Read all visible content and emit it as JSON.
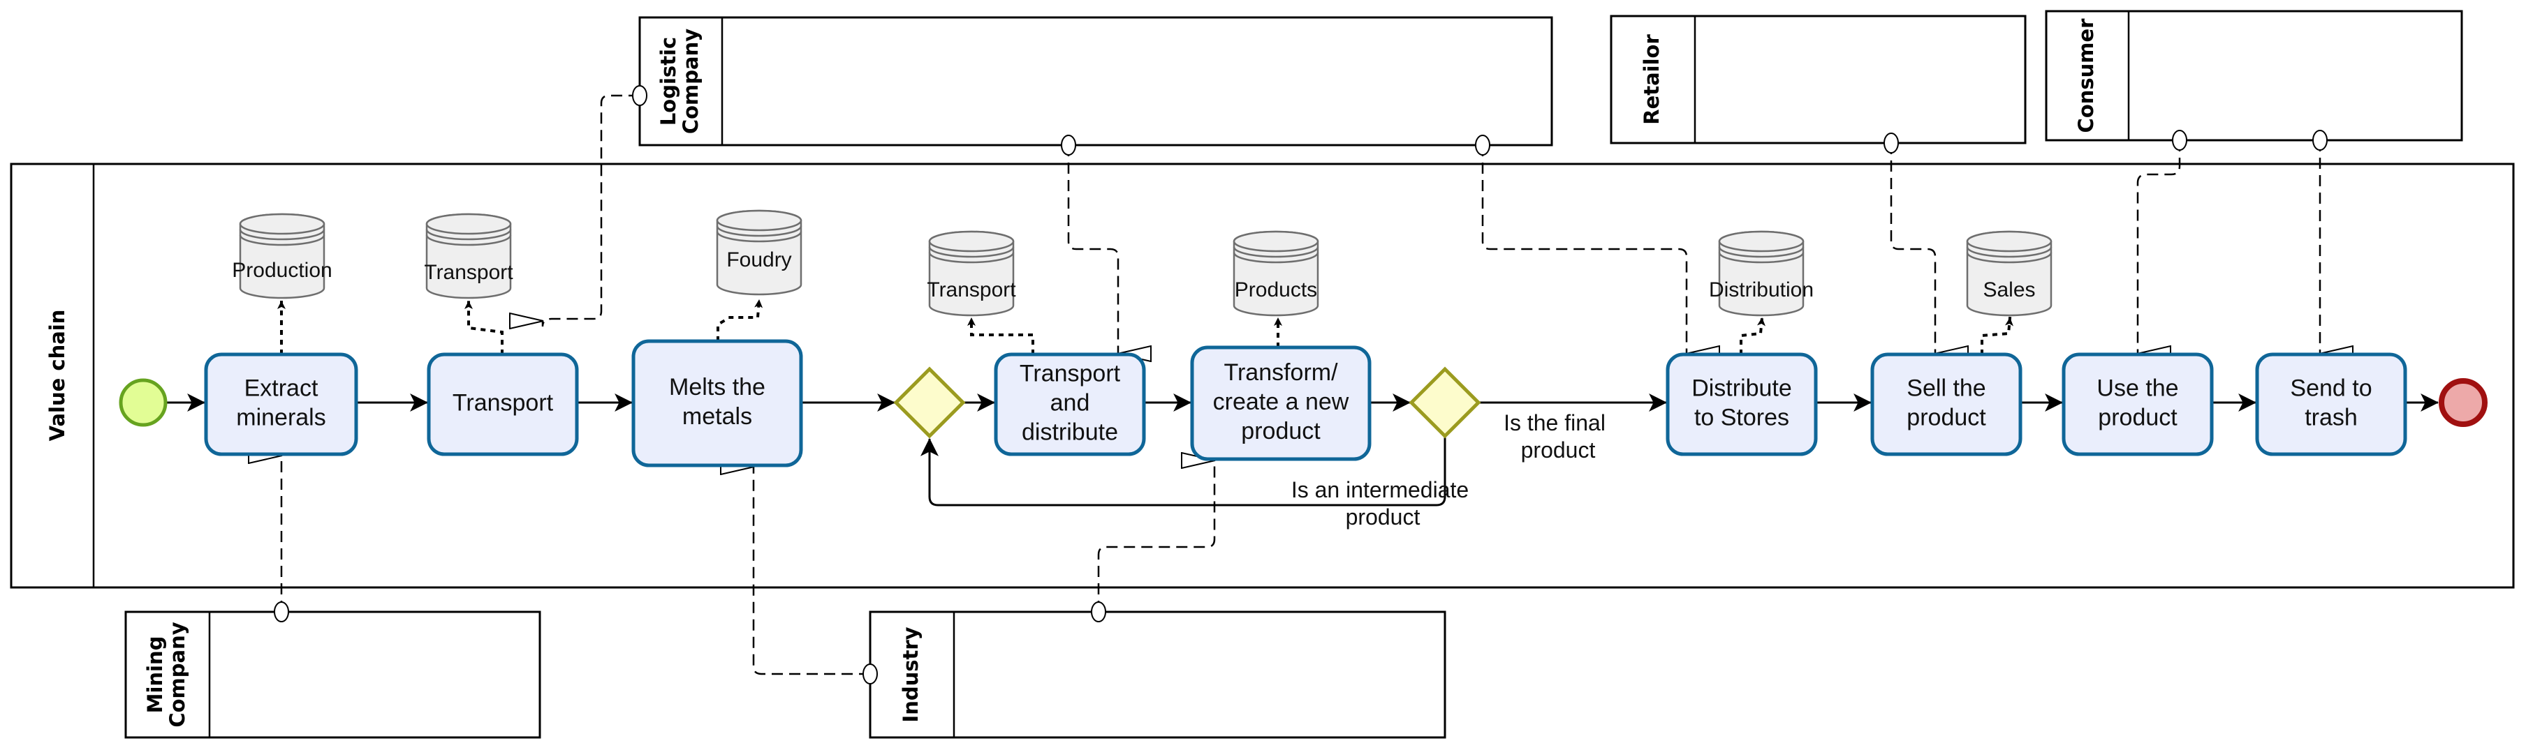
{
  "diagram": {
    "type": "BPMN collaboration",
    "main_pool": {
      "label": "Value chain"
    },
    "external_pools": [
      {
        "id": "logistic",
        "label_lines": [
          "Logistic",
          "Company"
        ]
      },
      {
        "id": "retailor",
        "label_lines": [
          "Retailor"
        ]
      },
      {
        "id": "consumer",
        "label_lines": [
          "Consumer"
        ]
      },
      {
        "id": "mining",
        "label_lines": [
          "Mining",
          "Company"
        ]
      },
      {
        "id": "industry",
        "label_lines": [
          "Industry"
        ]
      }
    ],
    "tasks": [
      {
        "id": "extract",
        "lines": [
          "Extract",
          "minerals"
        ]
      },
      {
        "id": "transport",
        "lines": [
          "Transport"
        ]
      },
      {
        "id": "melts",
        "lines": [
          "Melts the",
          "metals"
        ]
      },
      {
        "id": "transport_distribute",
        "lines": [
          "Transport",
          "and",
          "distribute"
        ]
      },
      {
        "id": "transform",
        "lines": [
          "Transform/",
          "create a new",
          "product"
        ]
      },
      {
        "id": "distribute_stores",
        "lines": [
          "Distribute",
          "to Stores"
        ]
      },
      {
        "id": "sell",
        "lines": [
          "Sell the",
          "product"
        ]
      },
      {
        "id": "use",
        "lines": [
          "Use the",
          "product"
        ]
      },
      {
        "id": "trash",
        "lines": [
          "Send to",
          "trash"
        ]
      }
    ],
    "data_stores": [
      {
        "id": "production",
        "label": "Production",
        "task": "extract"
      },
      {
        "id": "transport_db",
        "label": "Transport",
        "task": "transport"
      },
      {
        "id": "foudry",
        "label": "Foudry",
        "task": "melts"
      },
      {
        "id": "transport_db2",
        "label": "Transport",
        "task": "transport_distribute"
      },
      {
        "id": "products",
        "label": "Products",
        "task": "transform"
      },
      {
        "id": "distribution",
        "label": "Distribution",
        "task": "distribute_stores"
      },
      {
        "id": "sales",
        "label": "Sales",
        "task": "sell"
      }
    ],
    "gateways": [
      {
        "id": "merge",
        "type": "exclusive"
      },
      {
        "id": "decision",
        "type": "exclusive"
      }
    ],
    "flow_labels": {
      "final": [
        "Is the final",
        "product"
      ],
      "intermediate": [
        "Is an intermediate",
        "product"
      ]
    },
    "message_flows": [
      {
        "from": "logistic",
        "to": "transport"
      },
      {
        "from": "logistic",
        "to": "transport_distribute"
      },
      {
        "from": "logistic",
        "to": "distribute_stores"
      },
      {
        "from": "retailor",
        "to": "sell"
      },
      {
        "from": "consumer",
        "to": "use"
      },
      {
        "from": "consumer",
        "to": "trash"
      },
      {
        "from": "mining",
        "to": "extract"
      },
      {
        "from": "industry",
        "to": "melts"
      },
      {
        "from": "industry",
        "to": "transform"
      }
    ],
    "colors": {
      "task_fill": "#eaeefc",
      "task_stroke": "#0f6698",
      "gateway_fill": "#fdfccc",
      "gateway_stroke": "#9b9b1f",
      "start_fill": "#e2fd95",
      "start_stroke": "#66a31f",
      "end_fill": "#eda9a9",
      "end_stroke": "#a01010",
      "store_fill": "#efefef"
    }
  }
}
